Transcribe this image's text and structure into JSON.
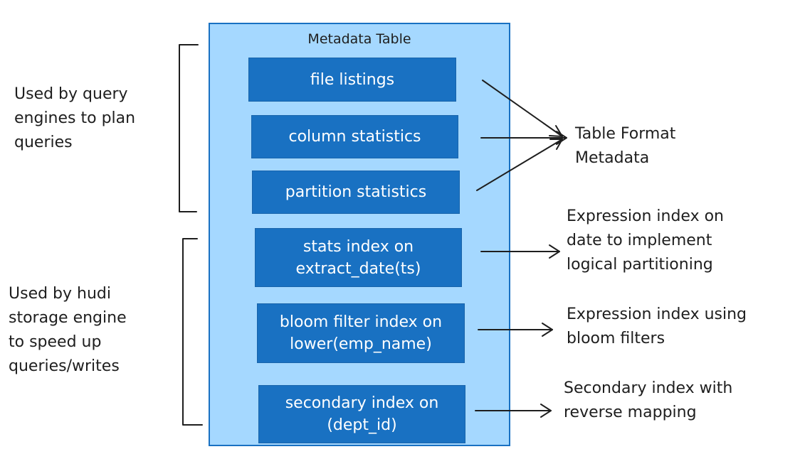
{
  "metadata_table": {
    "title": "Metadata Table",
    "boxes": [
      "file listings",
      "column statistics",
      "partition statistics",
      "stats index on\nextract_date(ts)",
      "bloom filter index on\nlower(emp_name)",
      "secondary index on\n(dept_id)"
    ]
  },
  "left_labels": {
    "query_engines": "Used by query\nengines to plan\nqueries",
    "hudi_engine": "Used by hudi\nstorage engine\nto speed up\nqueries/writes"
  },
  "right_labels": {
    "table_format": "Table Format\nMetadata",
    "expression_date": "Expression index on\ndate to implement\nlogical partitioning",
    "expression_bloom": "Expression index using\nbloom filters",
    "secondary": "Secondary index with\nreverse mapping"
  },
  "colors": {
    "container_fill": "#a5d8ff",
    "box_fill": "#1971c2",
    "stroke": "#1e1e1e"
  }
}
